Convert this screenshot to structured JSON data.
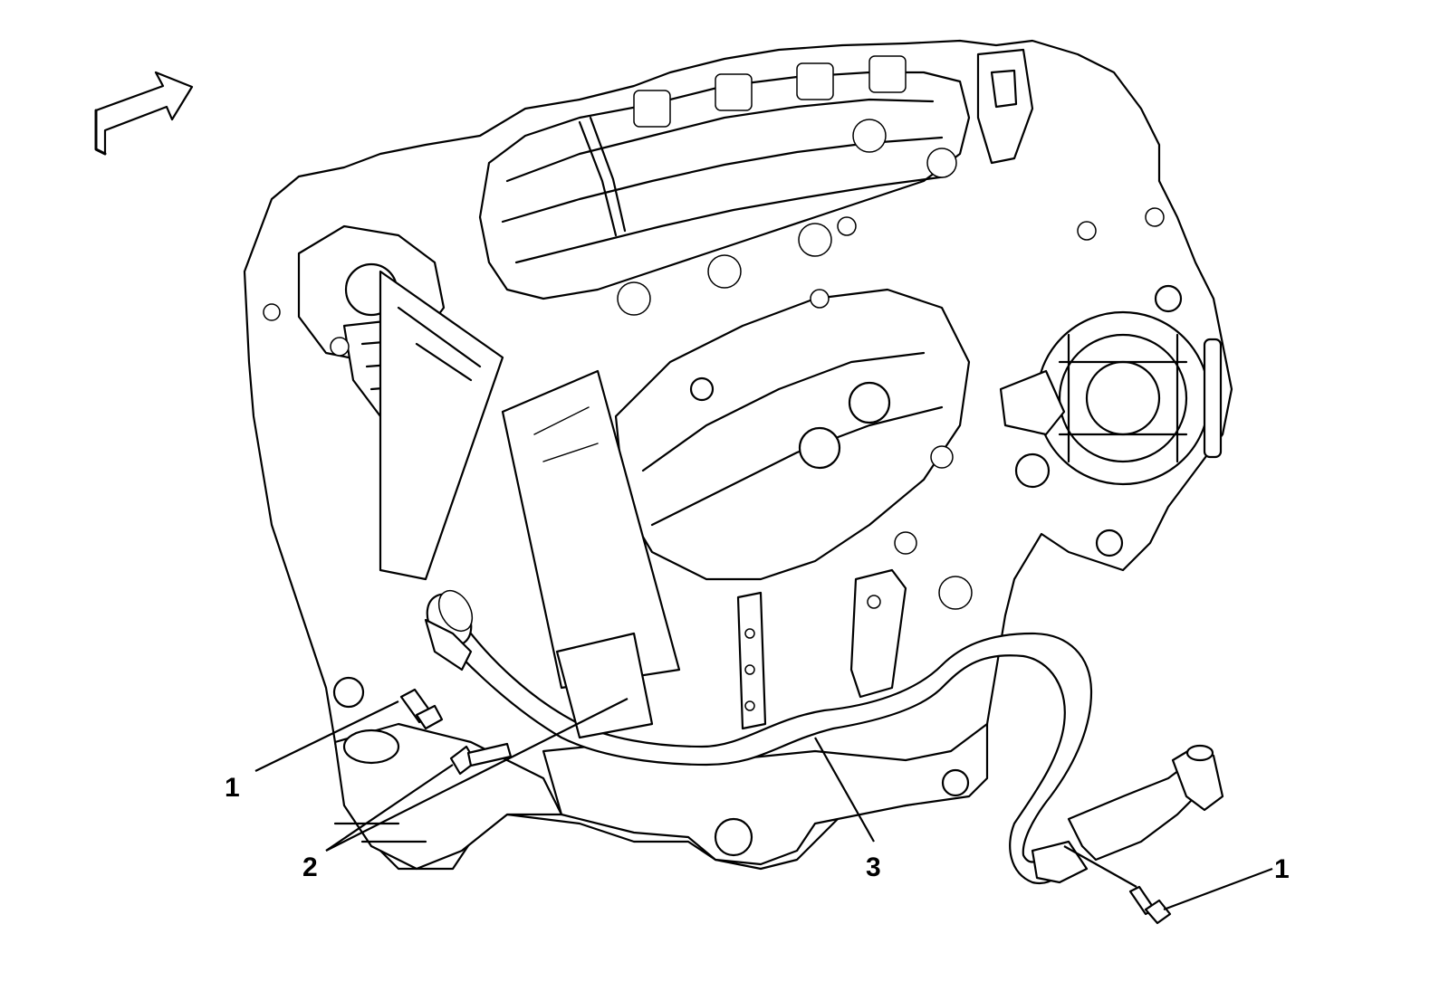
{
  "callouts": {
    "bolt_left": "1",
    "bolt_center": "2",
    "pipe": "3",
    "bolt_right": "1"
  }
}
